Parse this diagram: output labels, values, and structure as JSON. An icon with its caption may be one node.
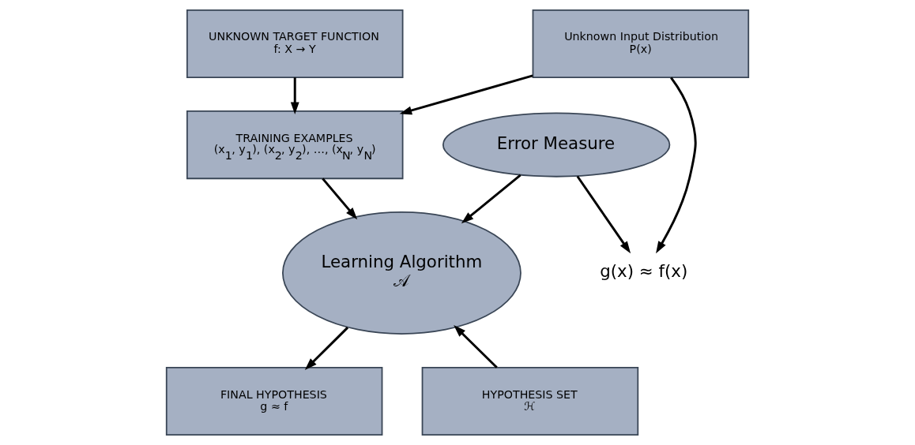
{
  "diagram": {
    "nodes": [
      {
        "text": [
          "UNKNOWN TARGET FUNCTION",
          "f: X → Y"
        ]
      },
      {
        "text": [
          "Unknown Input Distribution",
          "P(x)"
        ]
      },
      {
        "text": [
          "TRAINING EXAMPLES",
          "(x$_{1}$, y$_{1}$), (x$_{2}$, y$_{2}$), …, (x$_{N}$, y$_{N}$)"
        ]
      },
      {
        "text": [
          "Error Measure"
        ]
      },
      {
        "text": [
          "g(x) ≈ f(x)"
        ]
      },
      {
        "text": [
          "Learning Algorithm",
          "𝒜"
        ]
      },
      {
        "text": [
          "FINAL HYPOTHESIS",
          "g ≈ f"
        ]
      },
      {
        "text": [
          "HYPOTHESIS SET",
          "ℋ"
        ]
      }
    ],
    "edges": [
      {
        "from": 0,
        "to": 2,
        "arrow": "to"
      },
      {
        "from": 1,
        "to": 2,
        "arrow": "to"
      },
      {
        "from": 1,
        "to": 4,
        "arrow": "to"
      },
      {
        "from": 2,
        "to": 5,
        "arrow": "to"
      },
      {
        "from": 7,
        "to": 5,
        "arrow": "to"
      },
      {
        "from": 3,
        "to": 5,
        "arrow": "to"
      },
      {
        "from": 3,
        "to": 4,
        "arrow": "to"
      },
      {
        "from": 5,
        "to": 6,
        "arrow": "to"
      }
    ]
  }
}
